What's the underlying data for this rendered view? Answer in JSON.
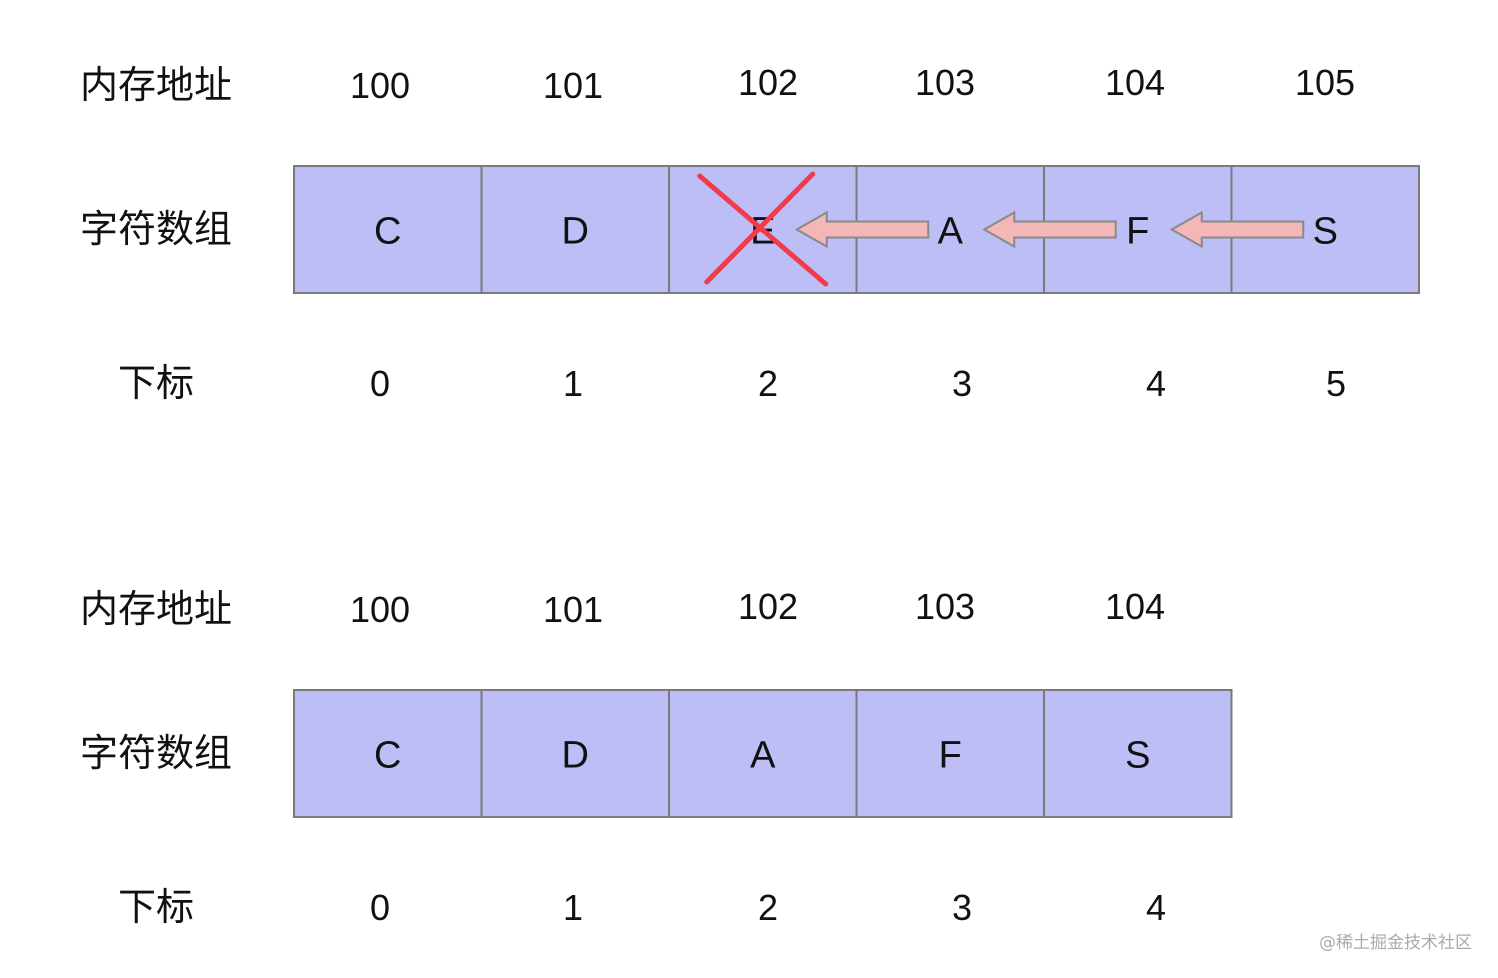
{
  "colors": {
    "cell_fill": "#bcbef5",
    "cell_stroke": "#7a7a7a",
    "arrow_fill": "#f4b6b6",
    "arrow_stroke": "#8a8a8a",
    "cross": "#f23a4a"
  },
  "before": {
    "row_labels": {
      "address": "内存地址",
      "array": "字符数组",
      "index": "下标"
    },
    "addresses": [
      "100",
      "101",
      "102",
      "103",
      "104",
      "105"
    ],
    "cells": [
      "C",
      "D",
      "E",
      "A",
      "F",
      "S"
    ],
    "indices": [
      "0",
      "1",
      "2",
      "3",
      "4",
      "5"
    ],
    "deleted_index": 2,
    "shift_arrows": [
      {
        "from": 5,
        "to": 4
      },
      {
        "from": 4,
        "to": 3
      },
      {
        "from": 3,
        "to": 2
      }
    ]
  },
  "after": {
    "row_labels": {
      "address": "内存地址",
      "array": "字符数组",
      "index": "下标"
    },
    "addresses": [
      "100",
      "101",
      "102",
      "103",
      "104"
    ],
    "cells": [
      "C",
      "D",
      "A",
      "F",
      "S"
    ],
    "indices": [
      "0",
      "1",
      "2",
      "3",
      "4"
    ]
  },
  "watermark": "@稀土掘金技术社区"
}
